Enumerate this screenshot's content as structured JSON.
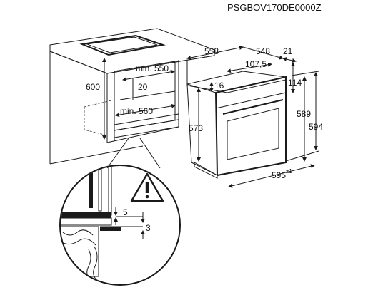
{
  "model_code": "PSGBOV170DE0000Z",
  "dimensions": {
    "cabinet_height": "600",
    "cabinet_inner_depth": "min. 550",
    "cabinet_gap": "20",
    "cabinet_inner_width": "min. 560",
    "oven_depth_total": "558",
    "oven_body_depth": "548",
    "oven_door_depth": "21",
    "oven_top_offset": "107,5",
    "oven_side_offset": "16",
    "oven_panel_height": "114",
    "oven_body_height": "573",
    "oven_front_height": "589",
    "oven_total_height": "594",
    "oven_width": "595",
    "oven_width_tolerance": "±1",
    "detail_gap_top": "5",
    "detail_gap_bottom": "3"
  },
  "icons": {
    "warning": "warning-triangle-icon"
  }
}
